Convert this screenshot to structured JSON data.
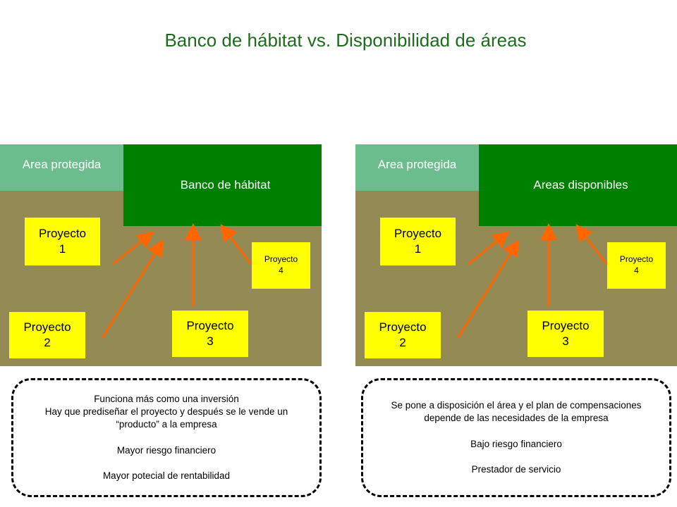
{
  "title": "Banco de hábitat vs. Disponibilidad de áreas",
  "colors": {
    "title": "#1e6b1e",
    "area_protegida": "#6cbd8d",
    "main_box": "#008000",
    "olive": "#948a54",
    "proyecto": "#ffff00",
    "arrow": "#ff6600"
  },
  "left": {
    "area_label": "Area protegida",
    "main_label": "Banco de hábitat",
    "projects": [
      "Proyecto\n1",
      "Proyecto\n2",
      "Proyecto\n3",
      "Proyecto\n4"
    ],
    "note": {
      "line1": "Funciona más como una inversión",
      "line2": "Hay que prediseñar el proyecto y después se le vende un “producto” a la empresa",
      "line3": "Mayor riesgo financiero",
      "line4": "Mayor potecial de rentabilidad"
    }
  },
  "right": {
    "area_label": "Area protegida",
    "main_label": "Areas disponibles",
    "projects": [
      "Proyecto\n1",
      "Proyecto\n2",
      "Proyecto\n3",
      "Proyecto\n4"
    ],
    "note": {
      "line1": "Se pone a disposición el área y el plan de compensaciones depende de las necesidades de la empresa",
      "line2": "Bajo riesgo financiero",
      "line3": "Prestador de servicio"
    }
  }
}
